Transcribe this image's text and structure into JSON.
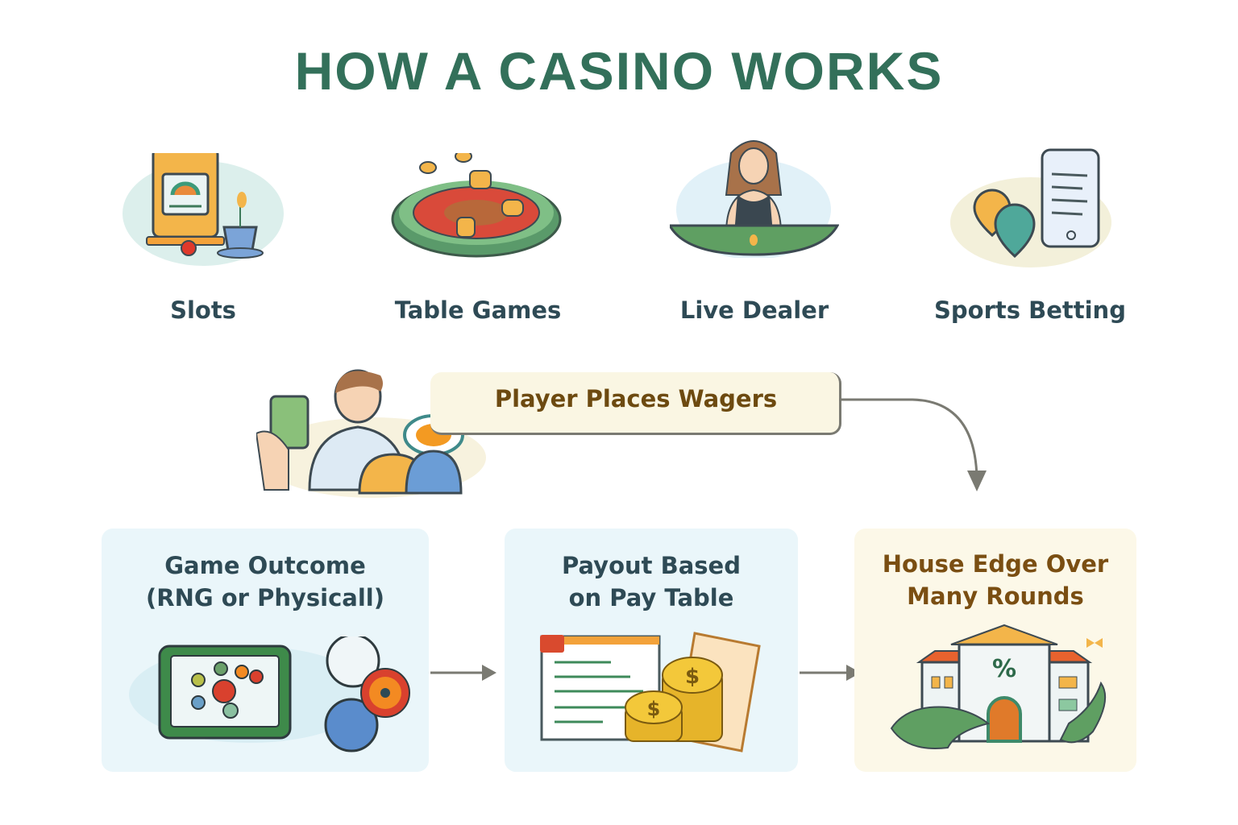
{
  "title": "HOW A CASINO WORKS",
  "categories": [
    {
      "label": "Slots",
      "icon": "slot-machine-icon"
    },
    {
      "label": "Table Games",
      "icon": "roulette-table-icon"
    },
    {
      "label": "Live Dealer",
      "icon": "dealer-icon"
    },
    {
      "label": "Sports Betting",
      "icon": "sports-betting-icon"
    }
  ],
  "wager": {
    "label": "Player Places Wagers",
    "icon": "player-with-chips-icon"
  },
  "steps": [
    {
      "line1": "Game Outcome",
      "line2": "(RNG or Physicall)",
      "icon": "rng-tablet-and-wheels-icon"
    },
    {
      "line1": "Payout Based",
      "line2": "on Pay Table",
      "icon": "pay-table-and-coins-icon"
    },
    {
      "line1": "House Edge Over",
      "line2": "Many Rounds",
      "icon": "casino-building-percent-icon"
    }
  ],
  "colors": {
    "title": "#33705a",
    "label": "#2e4a55",
    "wager_text": "#6d4a10",
    "house_text": "#7a4e12",
    "card_blue": "#eaf6fa",
    "card_cream": "#fcf8e8",
    "arrow": "#7a7a72"
  },
  "symbols": {
    "percent": "%",
    "dollar": "$"
  }
}
